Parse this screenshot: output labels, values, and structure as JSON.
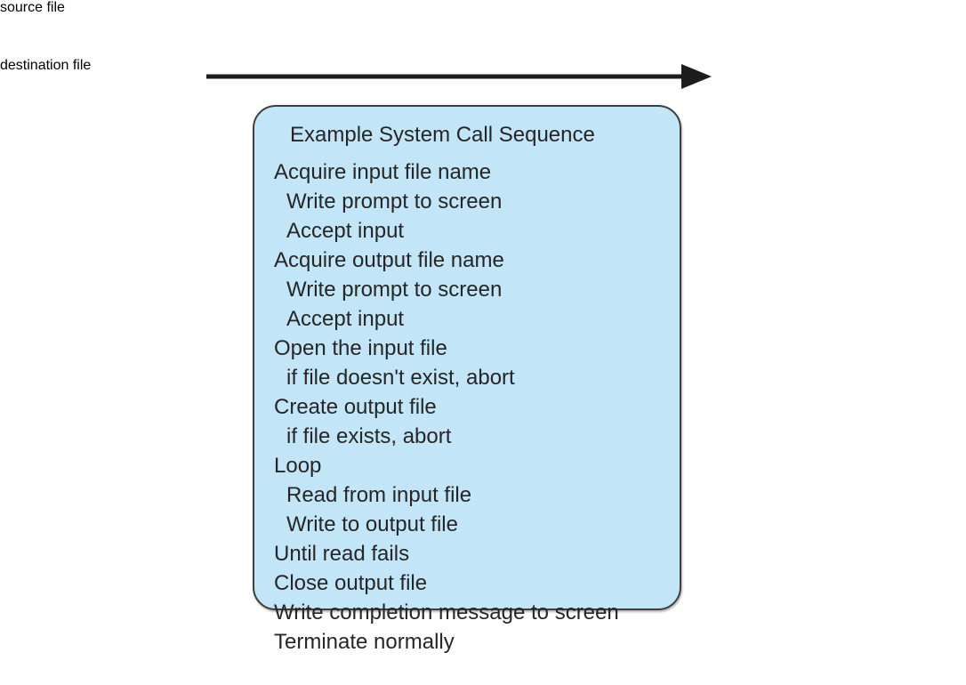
{
  "diagram": {
    "title": "Example System Call Sequence",
    "source_box": {
      "label": "source file",
      "fill_color": "#cecece",
      "border_color": "#5a5a5a"
    },
    "destination_box": {
      "label": "destination  file",
      "fill_color": "#cecece",
      "border_color": "#5a5a5a"
    },
    "arrow": {
      "name": "source-to-destination-arrow",
      "color": "#1d1d1d",
      "direction": "left-to-right"
    },
    "panel": {
      "fill_color": "#c3e5f8",
      "border_color": "#3f3f3f",
      "text_color": "#262626"
    },
    "steps": [
      {
        "text": "Acquire input file name",
        "indent": 0
      },
      {
        "text": "Write prompt to screen",
        "indent": 1
      },
      {
        "text": "Accept input",
        "indent": 1
      },
      {
        "text": "Acquire output file name",
        "indent": 0
      },
      {
        "text": "Write prompt to screen",
        "indent": 1
      },
      {
        "text": "Accept input",
        "indent": 1
      },
      {
        "text": "Open the input file",
        "indent": 0
      },
      {
        "text": "if file doesn't exist, abort",
        "indent": 1
      },
      {
        "text": "Create output file",
        "indent": 0
      },
      {
        "text": "if file exists, abort",
        "indent": 1
      },
      {
        "text": "Loop",
        "indent": 0
      },
      {
        "text": "Read from input file",
        "indent": 1
      },
      {
        "text": "Write to output file",
        "indent": 1
      },
      {
        "text": "Until read fails",
        "indent": 0
      },
      {
        "text": "Close output file",
        "indent": 0
      },
      {
        "text": "Write completion message to screen",
        "indent": 0
      },
      {
        "text": "Terminate normally",
        "indent": 0
      }
    ]
  }
}
